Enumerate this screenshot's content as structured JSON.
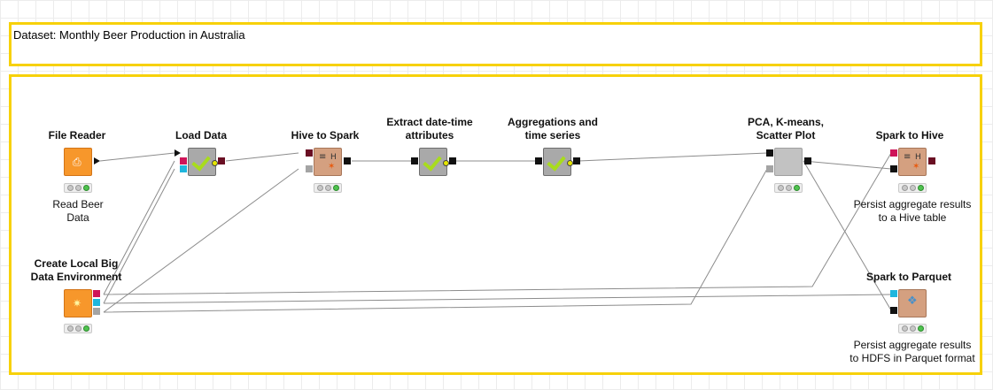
{
  "annotations": {
    "title": "Dataset: Monthly Beer Production in Australia"
  },
  "nodes": {
    "file_reader": {
      "label": "File Reader",
      "description_line1": "Read Beer",
      "description_line2": "Data",
      "icon": "file-reader-icon",
      "status": "executed"
    },
    "load_data": {
      "label": "Load Data",
      "icon": "metanode-check-icon",
      "status": "executed"
    },
    "hive_to_spark": {
      "label": "Hive to Spark",
      "icon": "hive-to-spark-icon",
      "status": "executed"
    },
    "extract_datetime": {
      "label_line1": "Extract date-time",
      "label_line2": "attributes",
      "icon": "metanode-check-icon",
      "status": "executed"
    },
    "aggregations": {
      "label_line1": "Aggregations and",
      "label_line2": "time series",
      "icon": "metanode-check-icon",
      "status": "executed"
    },
    "pca": {
      "label_line1": "PCA, K-means,",
      "label_line2": "Scatter Plot",
      "icon": "component-icon",
      "status": "executed"
    },
    "spark_to_hive": {
      "label": "Spark to Hive",
      "description_line1": "Persist aggregate results",
      "description_line2": "to a Hive table",
      "icon": "spark-to-hive-icon",
      "status": "executed"
    },
    "create_local": {
      "label_line1": "Create Local Big",
      "label_line2": "Data Environment",
      "icon": "local-big-data-icon",
      "status": "executed"
    },
    "spark_to_parquet": {
      "label": "Spark to Parquet",
      "description_line1": "Persist aggregate results",
      "description_line2": "to HDFS in Parquet format",
      "icon": "spark-to-parquet-icon",
      "status": "executed"
    }
  },
  "colors": {
    "annotation_border": "#f7d10a",
    "node_orange": "#f7972b",
    "node_tan": "#d4a080",
    "port_magenta": "#cf1459",
    "port_cyan": "#1fb6dd",
    "status_green": "#4fc34f"
  }
}
